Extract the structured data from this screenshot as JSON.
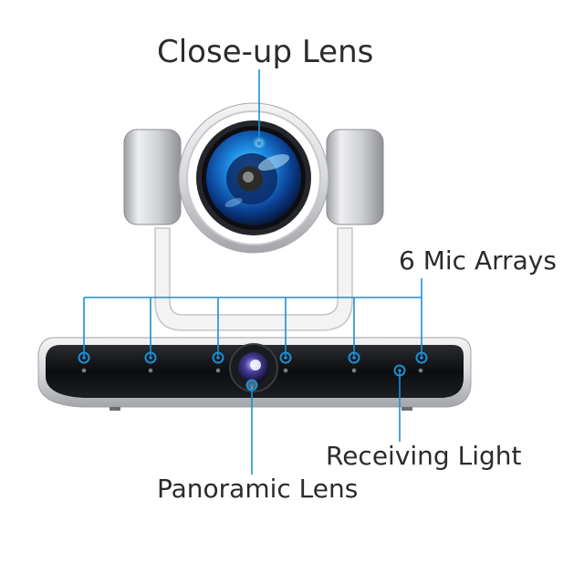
{
  "labels": {
    "closeup": "Close-up Lens",
    "mic": "6 Mic Arrays",
    "receiving": "Receiving Light",
    "panoramic": "Panoramic Lens"
  },
  "colors": {
    "callout": "#1b8fd6",
    "body_dark": "#121316",
    "silver": "#d9dadd",
    "lens_blue": "#1d6fc9"
  }
}
